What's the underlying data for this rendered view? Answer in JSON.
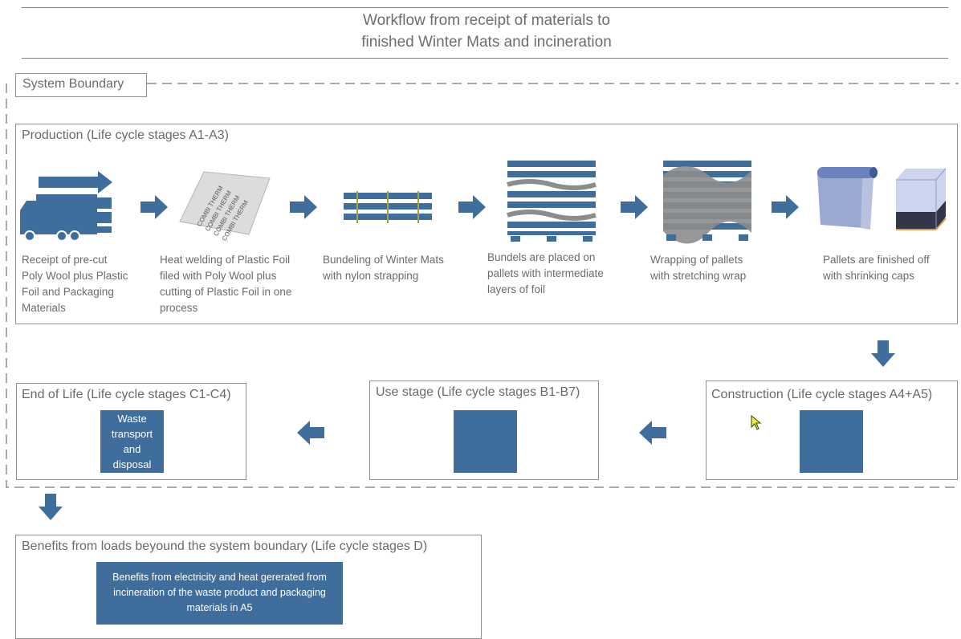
{
  "title": {
    "line1": "Workflow from receipt of materials to",
    "line2": "finished Winter Mats and incineration"
  },
  "system_boundary": {
    "label": "System Boundary"
  },
  "production": {
    "label": "Production (Life cycle stages A1-A3)",
    "steps": [
      {
        "icon": "truck-icon",
        "text": [
          "Receipt of pre-cut",
          "Poly Wool plus Plastic",
          "Foil and Packaging",
          "Materials"
        ]
      },
      {
        "icon": "plastic-foil-icon",
        "text": [
          "Heat welding of Plastic Foil",
          "filed with Poly Wool plus",
          "cutting of Plastic Foil in one",
          "process"
        ]
      },
      {
        "icon": "strapped-mats-icon",
        "text": [
          "Bundeling of Winter Mats",
          "with nylon strapping"
        ]
      },
      {
        "icon": "pallet-layers-icon",
        "text": [
          "Bundels are placed on",
          "pallets with intermediate",
          "layers of foil"
        ]
      },
      {
        "icon": "wrapped-pallet-icon",
        "text": [
          "Wrapping of pallets",
          "with stretching wrap"
        ]
      },
      {
        "icon": "shrink-cap-icon",
        "text": [
          "Pallets are finished off",
          "with shrinking caps"
        ]
      }
    ],
    "foil_print": "COMBI THERM"
  },
  "construction": {
    "label": "Construction (Life cycle stages A4+A5)"
  },
  "use": {
    "label": "Use stage (Life cycle stages B1-B7)"
  },
  "end_of_life": {
    "label": "End of Life (Life cycle stages C1-C4)",
    "block": [
      "Waste",
      "transport",
      "and",
      "disposal"
    ]
  },
  "benefits": {
    "label": "Benefits from loads beyound the system boundary (Life cycle stages D)",
    "block": [
      "Benefits from electricity and heat gererated from",
      "incineration of the waste product and packaging",
      "materials in A5"
    ]
  },
  "colors": {
    "accent_blue": "#3f6e9c",
    "arrow_blue": "#3f6e9c",
    "border_gray": "#8f8f8f",
    "text_gray": "#6b6b6b"
  }
}
